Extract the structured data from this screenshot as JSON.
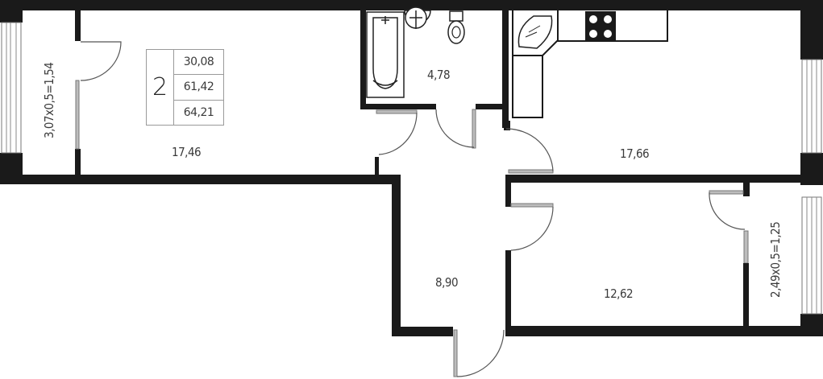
{
  "plan": {
    "type": "apartment-floor-plan",
    "summary": {
      "rooms_count": "2",
      "living_area": "30,08",
      "total_area": "61,42",
      "total_area_with_balcony": "64,21"
    },
    "rooms": [
      {
        "id": "living-room",
        "area": "17,46"
      },
      {
        "id": "bathroom",
        "area": "4,78"
      },
      {
        "id": "kitchen",
        "area": "17,66"
      },
      {
        "id": "hallway",
        "area": "8,90"
      },
      {
        "id": "bedroom",
        "area": "12,62"
      }
    ],
    "balconies": [
      {
        "id": "balcony-left",
        "formula": "3,07x0,5=1,54"
      },
      {
        "id": "balcony-right",
        "formula": "2,49x0,5=1,25"
      }
    ],
    "colors": {
      "wall": "#1a1a1a",
      "text": "#3a3a3a",
      "door_leaf": "#bdbdbd",
      "background": "#ffffff"
    }
  }
}
